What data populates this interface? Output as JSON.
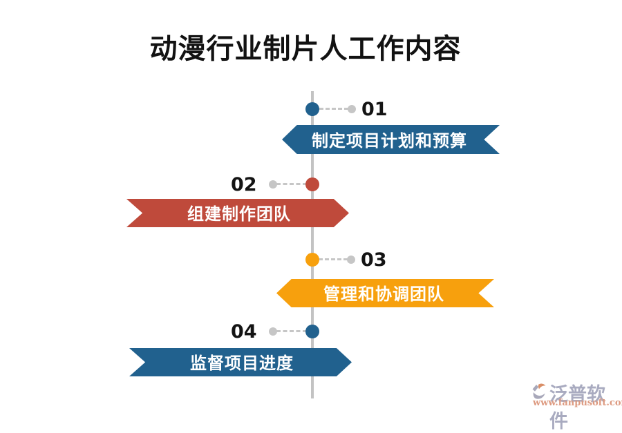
{
  "title": "动漫行业制片人工作内容",
  "colors": {
    "blue": "#21618E",
    "red": "#BF4A3B",
    "orange": "#F7A00D",
    "axis_gray": "#C3C3C3",
    "number_text": "#141414",
    "banner_text": "#FFFFFF"
  },
  "timeline": {
    "items": [
      {
        "number": "01",
        "label": "制定项目计划和预算",
        "color": "#21618E",
        "side": "right"
      },
      {
        "number": "02",
        "label": "组建制作团队",
        "color": "#BF4A3B",
        "side": "left"
      },
      {
        "number": "03",
        "label": "管理和协调团队",
        "color": "#F7A00D",
        "side": "right"
      },
      {
        "number": "04",
        "label": "监督项目进度",
        "color": "#21618E",
        "side": "left"
      }
    ]
  },
  "watermark": {
    "brand": "泛普软件",
    "url": "www.fanpusoft.com",
    "brand_color": "#A9ABC0",
    "url_color": "#DD9A80",
    "icon": "fanpu-logo-icon"
  }
}
